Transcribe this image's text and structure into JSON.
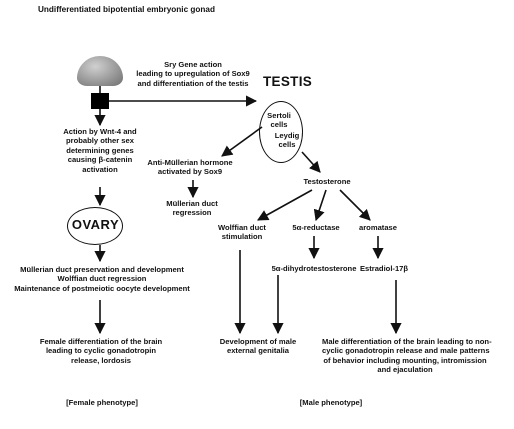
{
  "title": "Undifferentiated bipotential embryonic gonad",
  "sry_action": [
    "Sry Gene action",
    "leading to upregulation of Sox9",
    "and differentiation of the testis"
  ],
  "testis": "TESTIS",
  "sertoli": [
    "Sertoli",
    "cells"
  ],
  "leydig": [
    "Leydig",
    "cells"
  ],
  "wnt4": [
    "Action by Wnt-4 and",
    "probably other sex",
    "determining genes",
    "causing β-catenin",
    "activation"
  ],
  "amh": [
    "Anti-Müllerian hormone",
    "activated by Sox9"
  ],
  "mullerian_regression": [
    "Müllerian duct",
    "regression"
  ],
  "testosterone": "Testosterone",
  "ovary": "OVARY",
  "wolffian_stimulation": [
    "Wolffian duct",
    "stimulation"
  ],
  "reductase": "5α-reductase",
  "aromatase": "aromatase",
  "dht": "5α-dihydrotestosterone",
  "estradiol": "Estradiol-17β",
  "ovary_effects": [
    "Müllerian duct preservation and development",
    "Wolffian duct regression",
    "Maintenance of postmeiotic oocyte development"
  ],
  "female_brain": [
    "Female differentiation of the brain",
    "leading to cyclic gonadotropin",
    "release, lordosis"
  ],
  "male_genitalia": [
    "Development of male",
    "external genitalia"
  ],
  "male_brain": [
    "Male differentiation of the brain leading to non-",
    "cyclic gonadotropin release and male patterns",
    "of behavior including mounting, intromission",
    "and ejaculation"
  ],
  "female_phenotype": "[Female phenotype]",
  "male_phenotype": "[Male phenotype]"
}
